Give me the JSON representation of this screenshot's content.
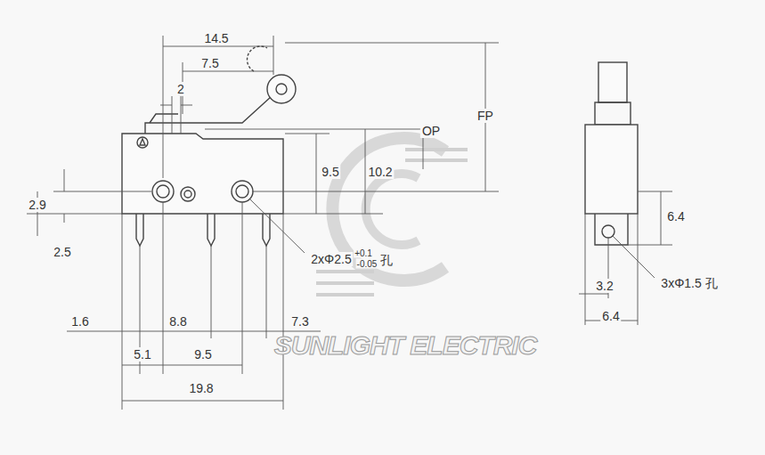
{
  "diagram": {
    "labels": [
      "14.5",
      "7.5",
      "2",
      "FP",
      "OP",
      "9.5",
      "10.2",
      "2.9",
      "2.5",
      "2xΦ2.5",
      "+0.1",
      "-0.05",
      "孔",
      "1.6",
      "8.8",
      "7.3",
      "5.1",
      "9.5",
      "19.8",
      "6.4",
      "3xΦ1.5 孔",
      "3.2",
      "6.4",
      "SUNLIGHT ELECTRIC"
    ]
  }
}
